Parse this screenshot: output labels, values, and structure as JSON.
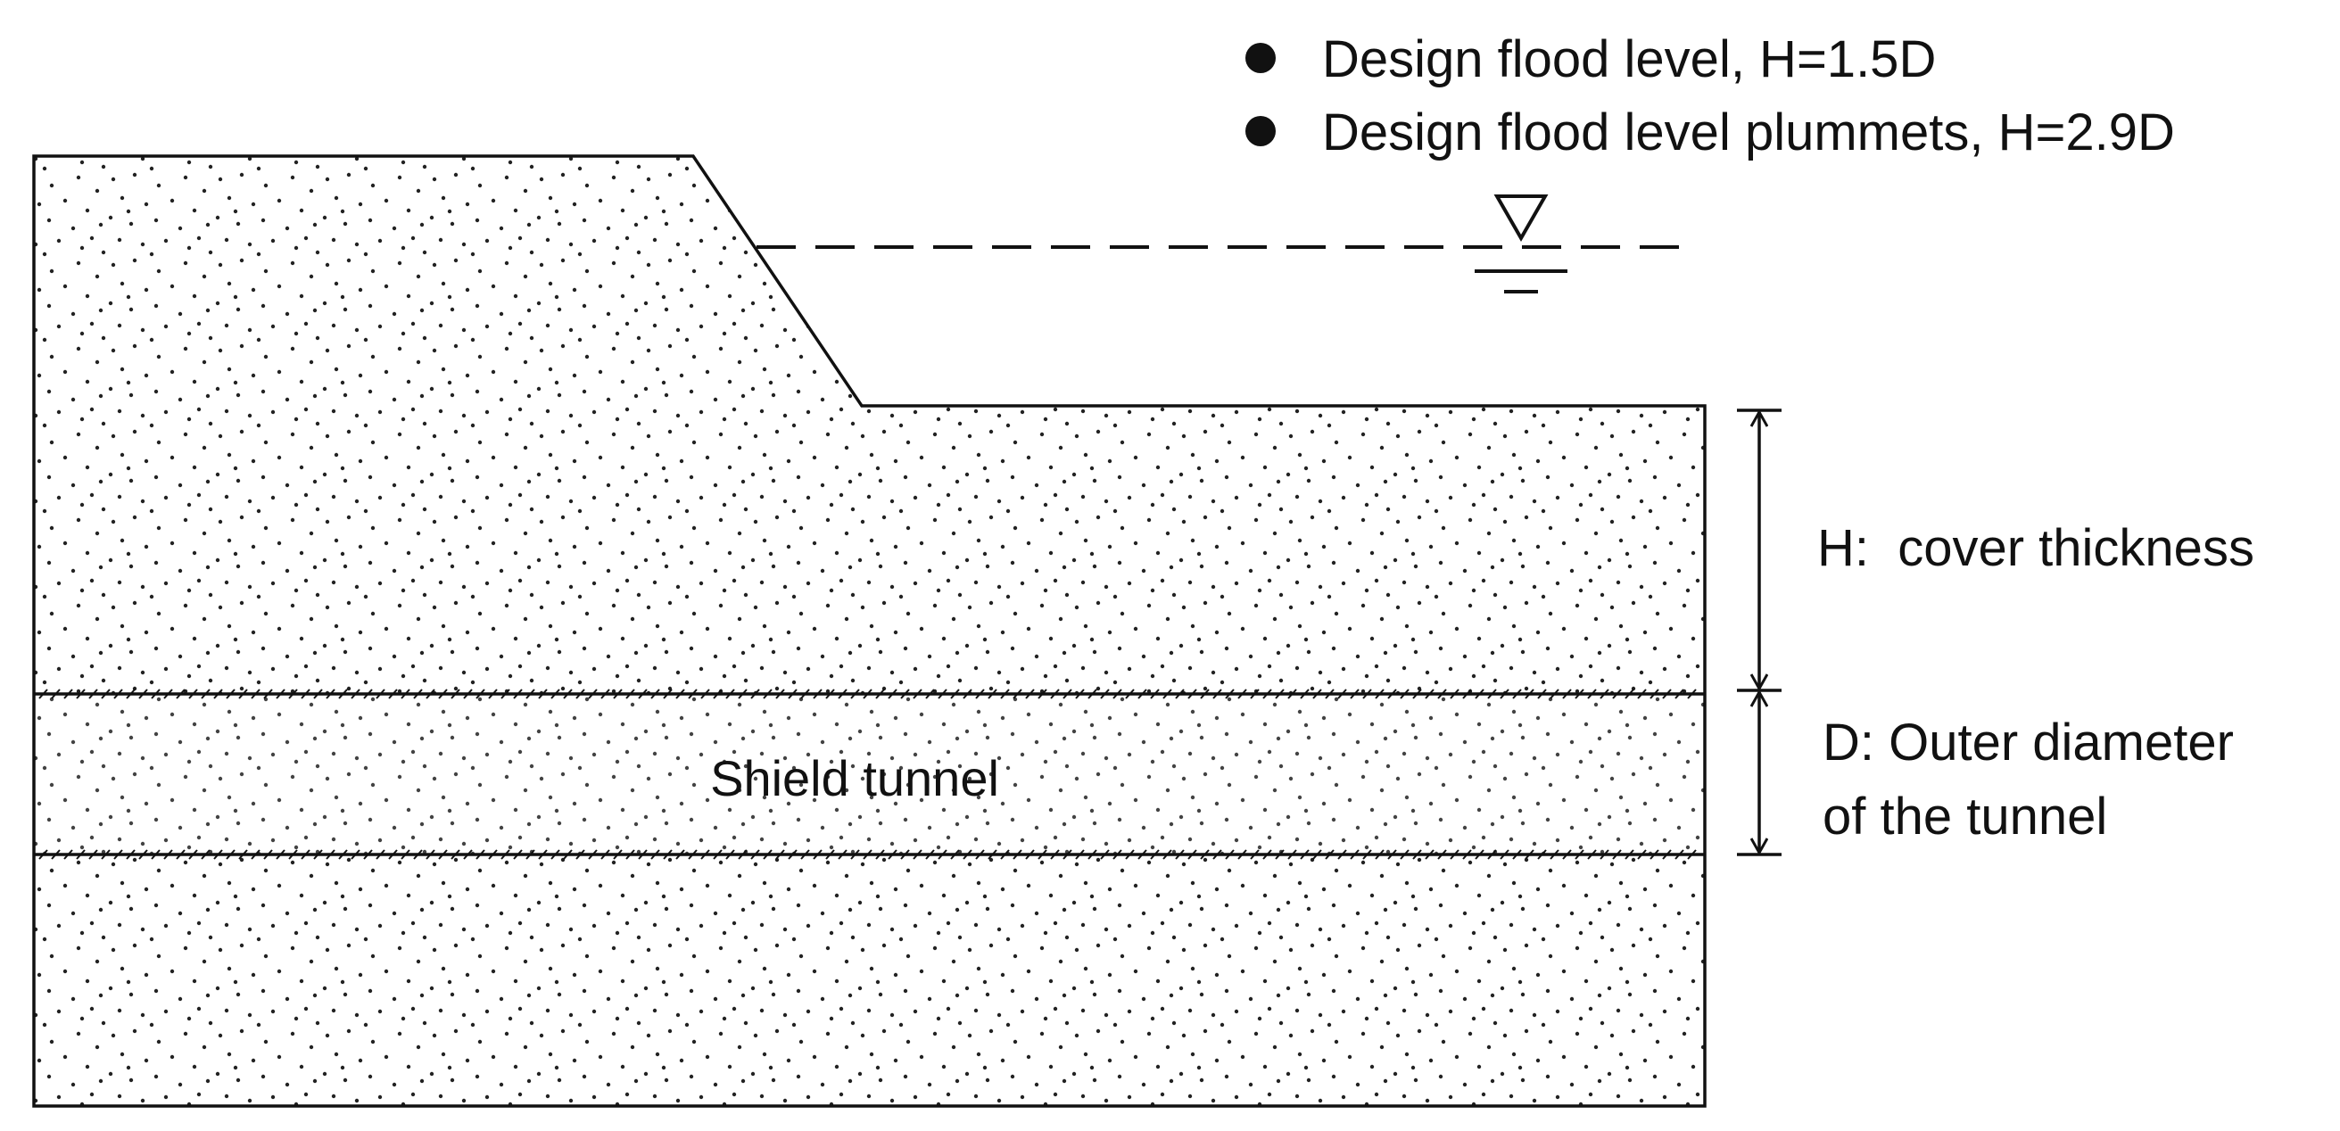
{
  "legend": {
    "items": [
      {
        "label": "Design flood level, H=1.5D"
      },
      {
        "label": "Design flood level plummets, H=2.9D"
      }
    ]
  },
  "labels": {
    "cover_thickness": "H:  cover thickness",
    "outer_diameter_line1": "D: Outer diameter",
    "outer_diameter_line2": "of the tunnel",
    "tunnel": "Shield tunnel"
  },
  "colors": {
    "line": "#111111",
    "background": "#ffffff"
  }
}
